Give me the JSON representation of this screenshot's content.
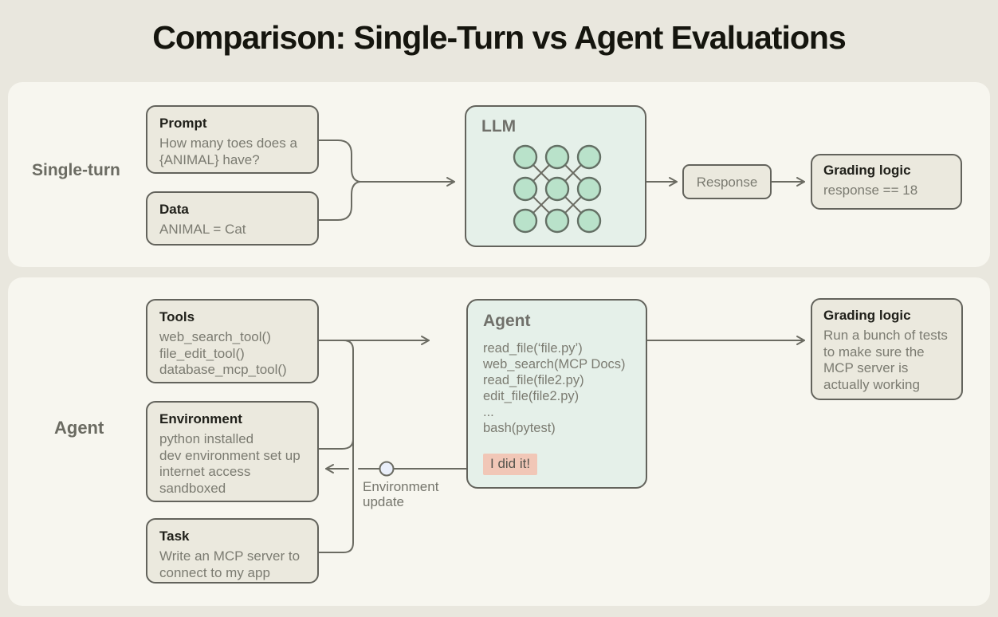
{
  "title": "Comparison: Single-Turn vs Agent Evaluations",
  "colors": {
    "page_background": "#e9e7de",
    "panel_background": "#f7f6ef",
    "box_fill": "#ebe9de",
    "box_border": "#63635c",
    "mint_fill": "#e5f0e9",
    "connector": "#6b6b62",
    "neuron_fill": "#b9e2ca",
    "neuron_stroke": "#647065",
    "highlight_fill": "#f1c7b7",
    "node_circle_fill": "#eaeffa",
    "title_text": "#15150e",
    "body_text": "#7b7b71",
    "heading_text": "#20201a",
    "section_label_text": "#6b6b62"
  },
  "single_turn": {
    "label": "Single-turn",
    "prompt": {
      "title": "Prompt",
      "body": [
        "How many toes does a",
        "{ANIMAL} have?"
      ]
    },
    "data": {
      "title": "Data",
      "body": "ANIMAL = Cat"
    },
    "llm": {
      "title": "LLM",
      "icon": "neural-network-icon"
    },
    "response": {
      "label": "Response"
    },
    "grading": {
      "title": "Grading logic",
      "body": "response == 18"
    }
  },
  "agent": {
    "label": "Agent",
    "tools": {
      "title": "Tools",
      "lines": [
        "web_search_tool()",
        "file_edit_tool()",
        "database_mcp_tool()"
      ]
    },
    "environment": {
      "title": "Environment",
      "lines": [
        "python installed",
        "dev environment set up",
        "internet access",
        "sandboxed"
      ]
    },
    "task": {
      "title": "Task",
      "body": [
        "Write an MCP server to",
        "connect to my app"
      ]
    },
    "agent_box": {
      "title": "Agent",
      "lines": [
        "read_file(‘file.py’)",
        "web_search(MCP Docs)",
        "read_file(file2.py)",
        "edit_file(file2.py)",
        "...",
        "bash(pytest)"
      ],
      "highlight": "I did it!"
    },
    "env_update": {
      "label": [
        "Environment",
        "update"
      ]
    },
    "grading": {
      "title": "Grading logic",
      "body": [
        "Run a bunch of tests",
        "to make sure the",
        "MCP server is",
        "actually working"
      ]
    }
  }
}
